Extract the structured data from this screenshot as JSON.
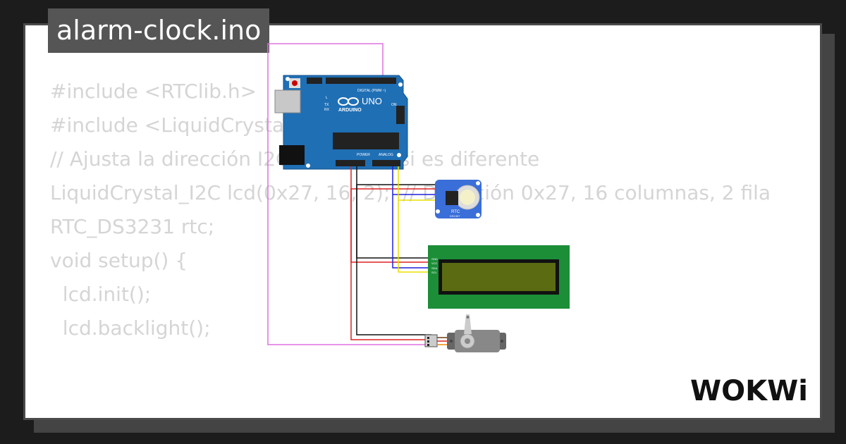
{
  "title": "alarm-clock.ino",
  "code_lines": [
    "#include <RTClib.h>",
    "#include <LiquidCrystal_I2C.h>",
    "",
    "// Ajusta la dirección I2C de tu LCD si es diferente",
    "LiquidCrystal_I2C lcd(0x27, 16, 2);  // Dirección 0x27, 16 columnas, 2 fila",
    "",
    "RTC_DS3231 rtc;",
    "",
    "void setup() {",
    "  lcd.init();",
    "  lcd.backlight();"
  ],
  "arduino": {
    "brand": "ARDUINO",
    "model": "UNO",
    "digital_label": "DIGITAL (PWM ~)",
    "power_label": "POWER",
    "analog_label": "ANALOG",
    "tx_label": "TX",
    "rx_label": "RX",
    "l_label": "L",
    "on_label": "ON"
  },
  "rtc": {
    "label": "RTC",
    "sub": "DS1307"
  },
  "lcd": {
    "pins": [
      "GND",
      "VCC",
      "SDA",
      "SCL"
    ]
  },
  "logo": "WOKWi",
  "colors": {
    "card": "#ffffff",
    "code_text": "#d5d5d5",
    "tag_bg": "#555555",
    "arduino_blue": "#1f6fb5",
    "lcd_green": "#1c8e38",
    "lcd_screen": "#5a6b12",
    "rtc_blue": "#3a6ed8",
    "wire_red": "#e02020",
    "wire_black": "#111111",
    "wire_blue": "#2020e0",
    "wire_yellow": "#e8e000",
    "wire_pink": "#e070e0"
  }
}
